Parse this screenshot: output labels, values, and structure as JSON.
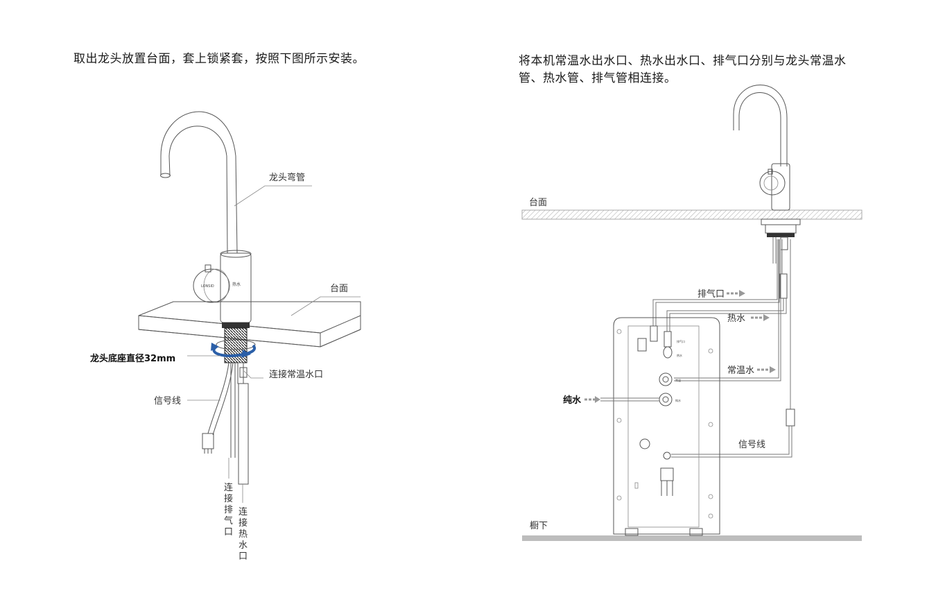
{
  "left_panel": {
    "instruction": "取出龙头放置台面，套上锁紧套，按照下图所示安装。",
    "labels": {
      "gooseneck": "龙头弯管",
      "countertop": "台面",
      "base_diameter": "龙头底座直径32mm",
      "normal_water_port": "连接常温水口",
      "signal_line": "信号线",
      "vent_port": "连接排气口",
      "hot_water_port": "连接热水口"
    },
    "vertical_labels": {
      "vent_port_chars": [
        "连",
        "接",
        "排",
        "气",
        "口"
      ],
      "hot_water_port_chars": [
        "连",
        "接",
        "热",
        "水",
        "口"
      ]
    },
    "knob_text": "LONSID",
    "knob_text2": "热水"
  },
  "right_panel": {
    "instruction": "将本机常温水出水口、热水出水口、排气口分别与龙头常温水管、热水管、排气管相连接。",
    "labels": {
      "countertop": "台面",
      "vent": "排气口",
      "hot_water": "热水",
      "normal_water": "常温水",
      "pure_water": "纯水",
      "signal_line": "信号线",
      "under_cabinet": "橱下"
    },
    "unit_small_labels": {
      "vent_tag": "排气口",
      "hot_tag": "热水",
      "normal_tag": "常温",
      "pure_tag": "纯水"
    }
  },
  "colors": {
    "rotation_arrow": "#2b5fa8",
    "hatch": "#999999",
    "floor": "#bdbdbd"
  }
}
